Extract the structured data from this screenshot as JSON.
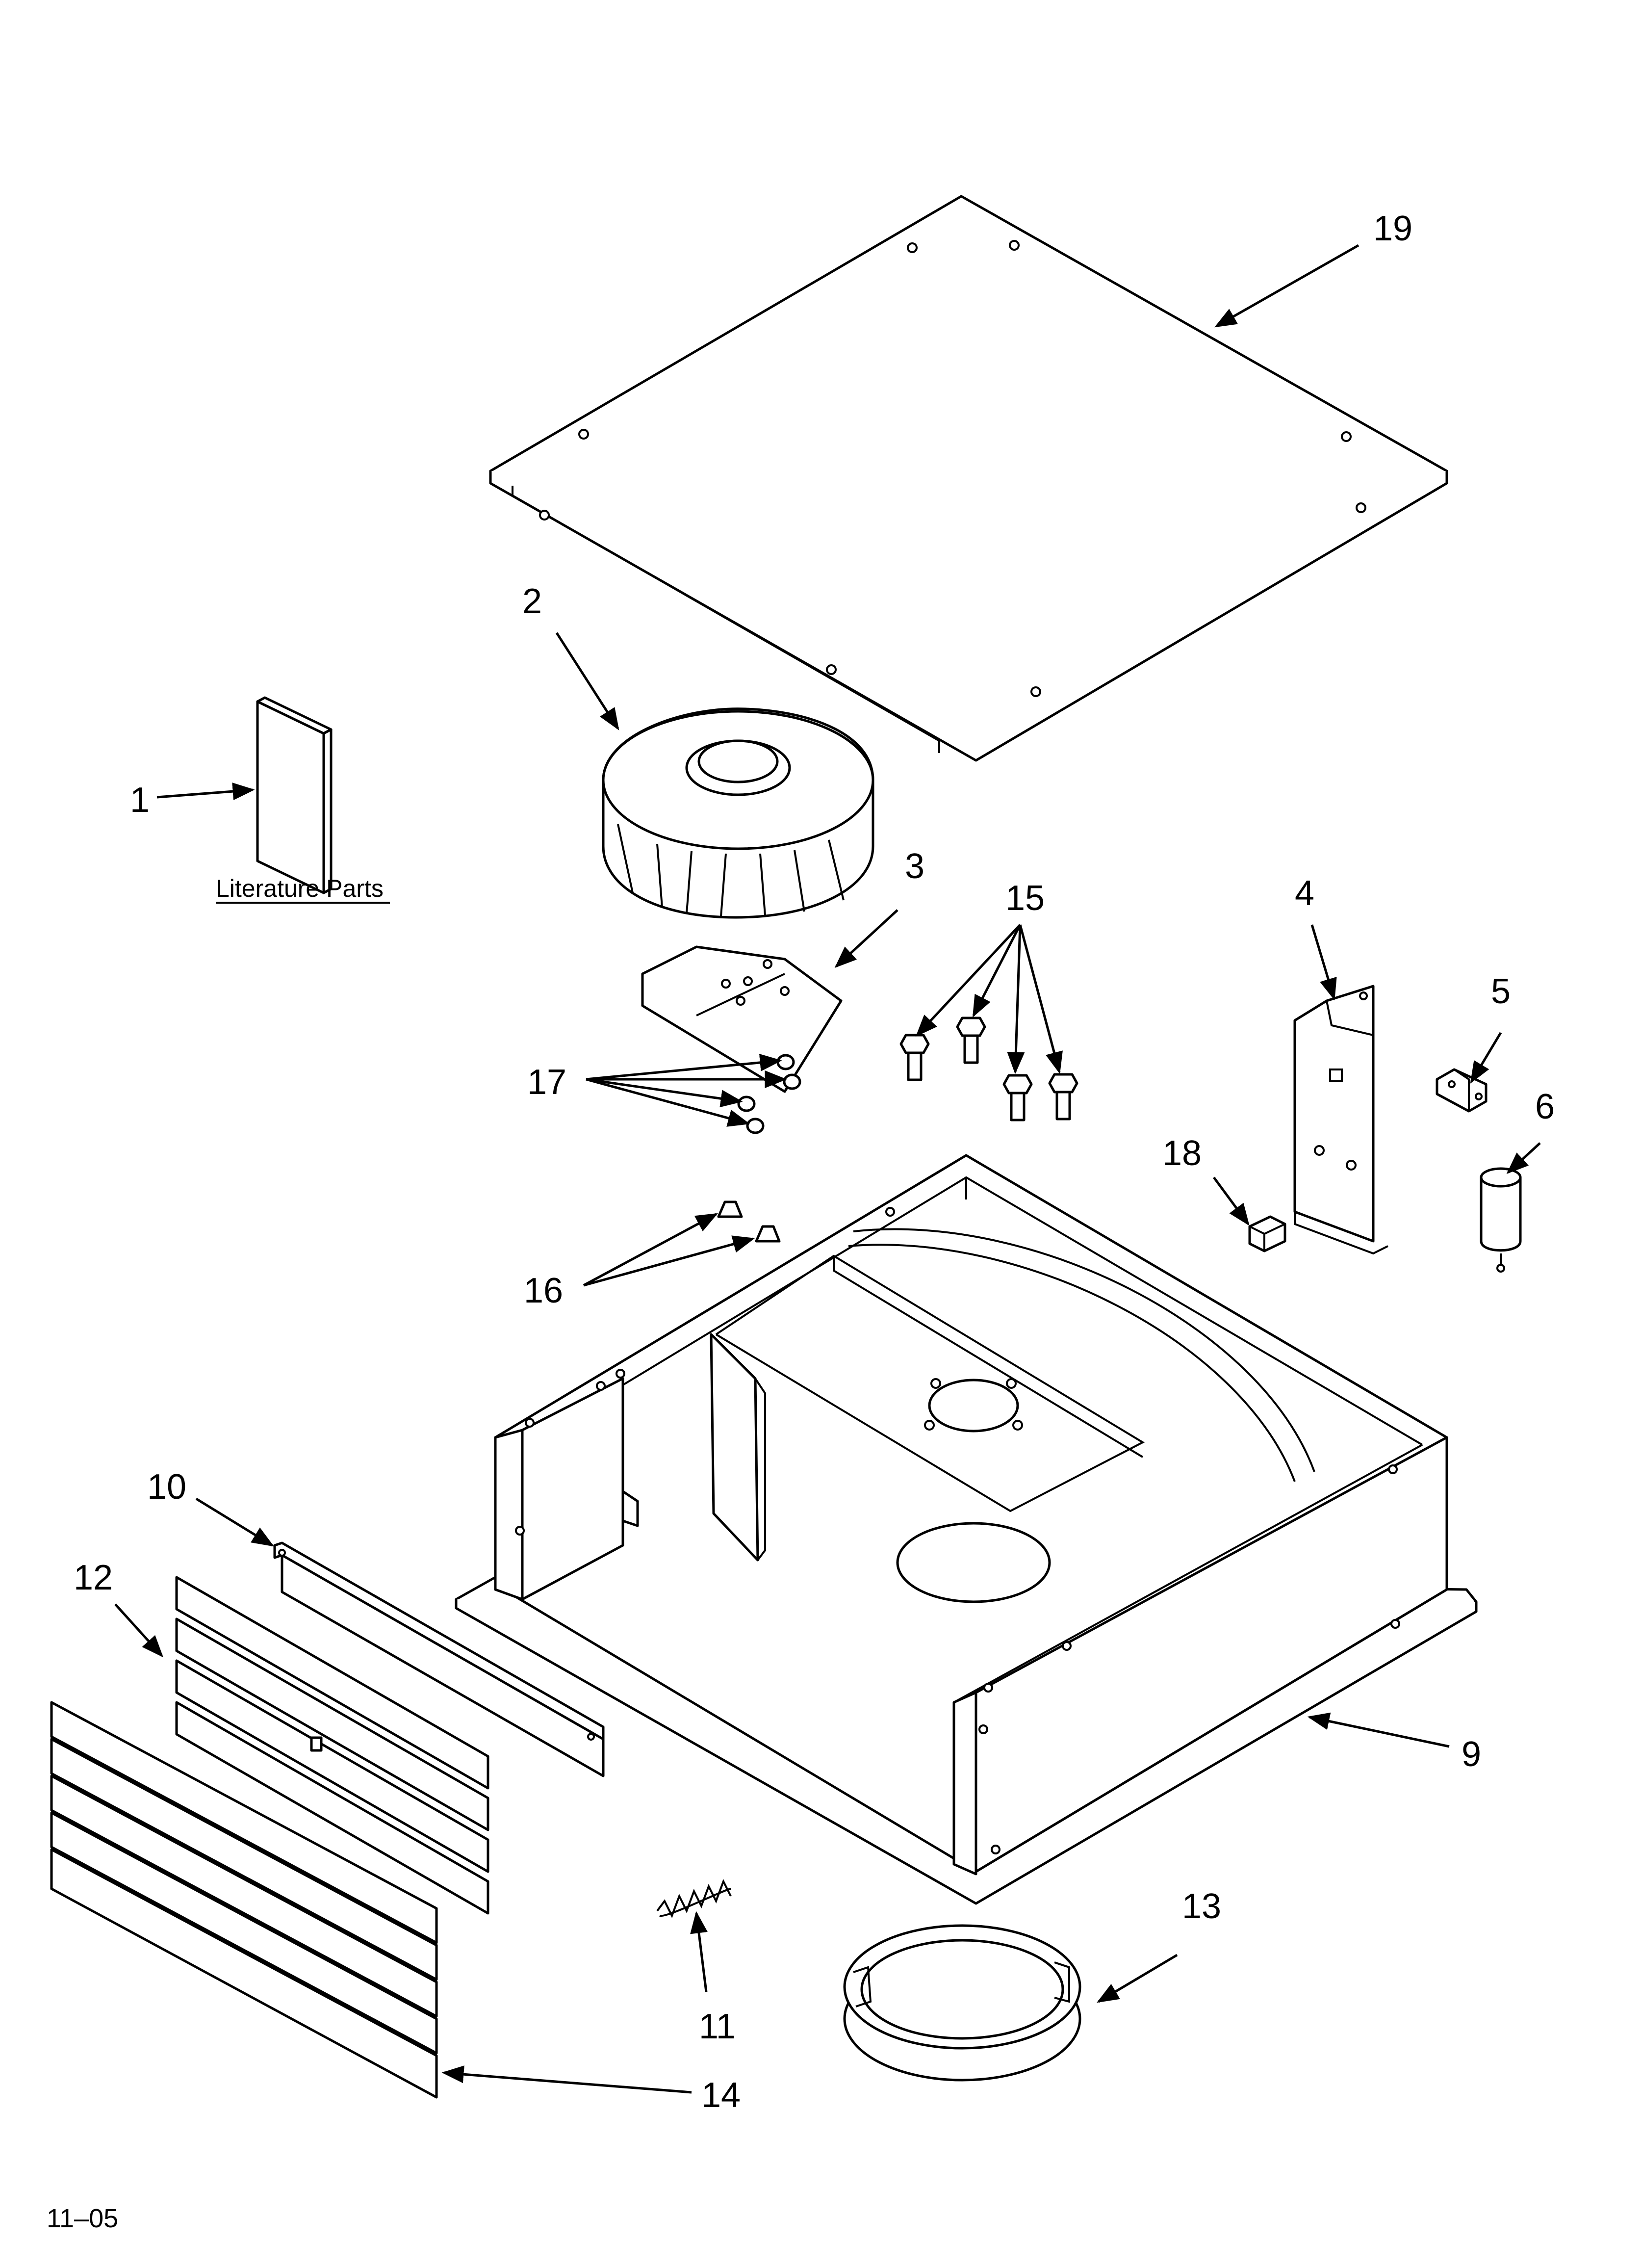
{
  "callouts": {
    "c1": "1",
    "c2": "2",
    "c3": "3",
    "c4": "4",
    "c5": "5",
    "c6": "6",
    "c9": "9",
    "c10": "10",
    "c11": "11",
    "c12": "12",
    "c13": "13",
    "c14": "14",
    "c15": "15",
    "c16": "16",
    "c17": "17",
    "c18": "18",
    "c19": "19"
  },
  "literature_caption": "Literature Parts",
  "footer_code": "11–05"
}
